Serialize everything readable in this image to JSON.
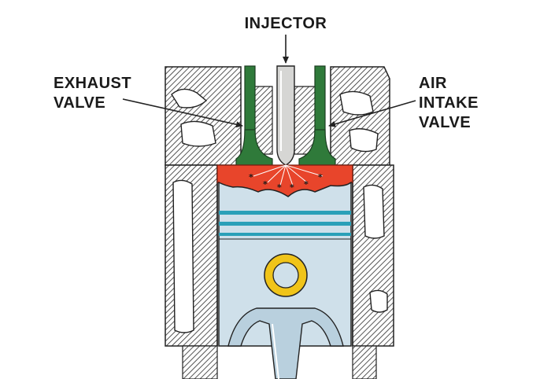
{
  "labels": {
    "injector": "INJECTOR",
    "exhaust_line1": "EXHAUST",
    "exhaust_line2": "VALVE",
    "intake_line1": "AIR",
    "intake_line2": "INTAKE",
    "intake_line3": "VALVE"
  },
  "colors": {
    "valve": "#2f7a3a",
    "combustion": "#e8452b",
    "injector": "#d6d6d4",
    "piston": "#cfe0ea",
    "ring": "#2aa0b8",
    "rod": "#b9d0de",
    "wrist_pin": "#f0c419",
    "metal_hatch": "#2a2a2a",
    "outline": "#222222"
  }
}
